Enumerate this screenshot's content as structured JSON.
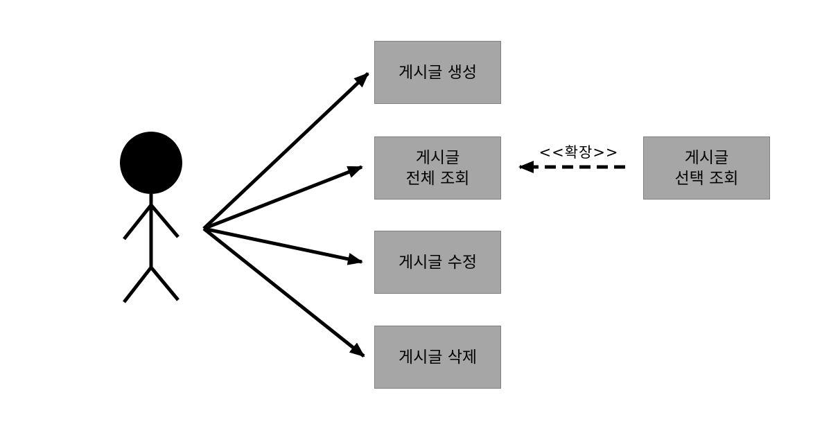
{
  "use_cases": {
    "create": {
      "line1": "게시글 생성"
    },
    "list": {
      "line1": "게시글",
      "line2": "전체 조회"
    },
    "edit": {
      "line1": "게시글 수정"
    },
    "delete": {
      "line1": "게시글 삭제"
    },
    "select": {
      "line1": "게시글",
      "line2": "선택 조회"
    }
  },
  "relationships": {
    "extend_label": "<<확장>>"
  },
  "colors": {
    "box_fill": "#a6a6a6",
    "box_border": "#7f7f7f",
    "stroke": "#000000"
  },
  "icons": {
    "actor": "stick-figure-icon"
  }
}
